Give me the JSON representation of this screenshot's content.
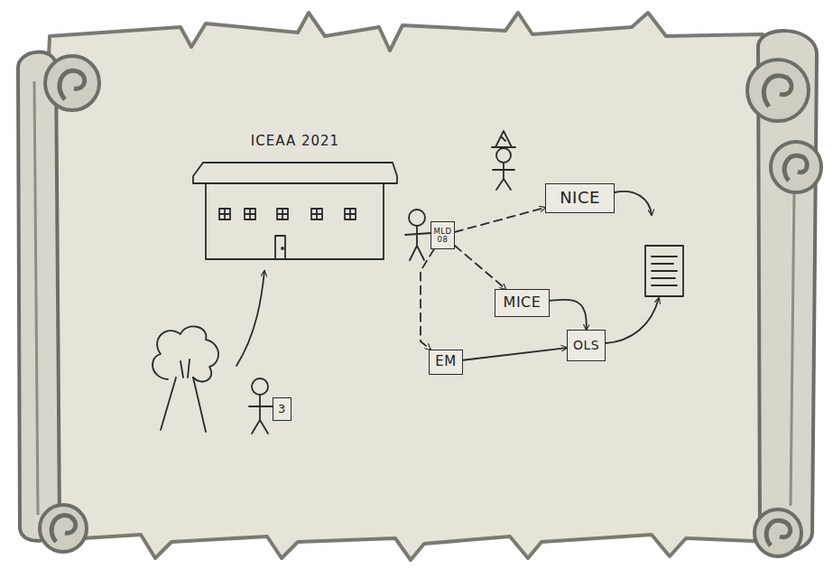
{
  "diagram": {
    "nodes": [
      {
        "text": [
          "ICEAA 2021"
        ]
      },
      {
        "text": [
          "3"
        ]
      },
      {
        "text": [
          "MLD 08"
        ]
      },
      {
        "text": [
          "NICE"
        ]
      },
      {
        "text": [
          "MICE"
        ]
      },
      {
        "text": [
          "EM"
        ]
      },
      {
        "text": [
          "OLS"
        ]
      }
    ],
    "edges": [
      {
        "from": 2,
        "to": 3,
        "arrow": "to"
      },
      {
        "from": 2,
        "to": 4,
        "arrow": "to"
      },
      {
        "from": 2,
        "to": 5,
        "arrow": "to"
      },
      {
        "from": 5,
        "to": 6,
        "arrow": "to"
      },
      {
        "from": 4,
        "to": 6,
        "arrow": "to"
      }
    ]
  }
}
